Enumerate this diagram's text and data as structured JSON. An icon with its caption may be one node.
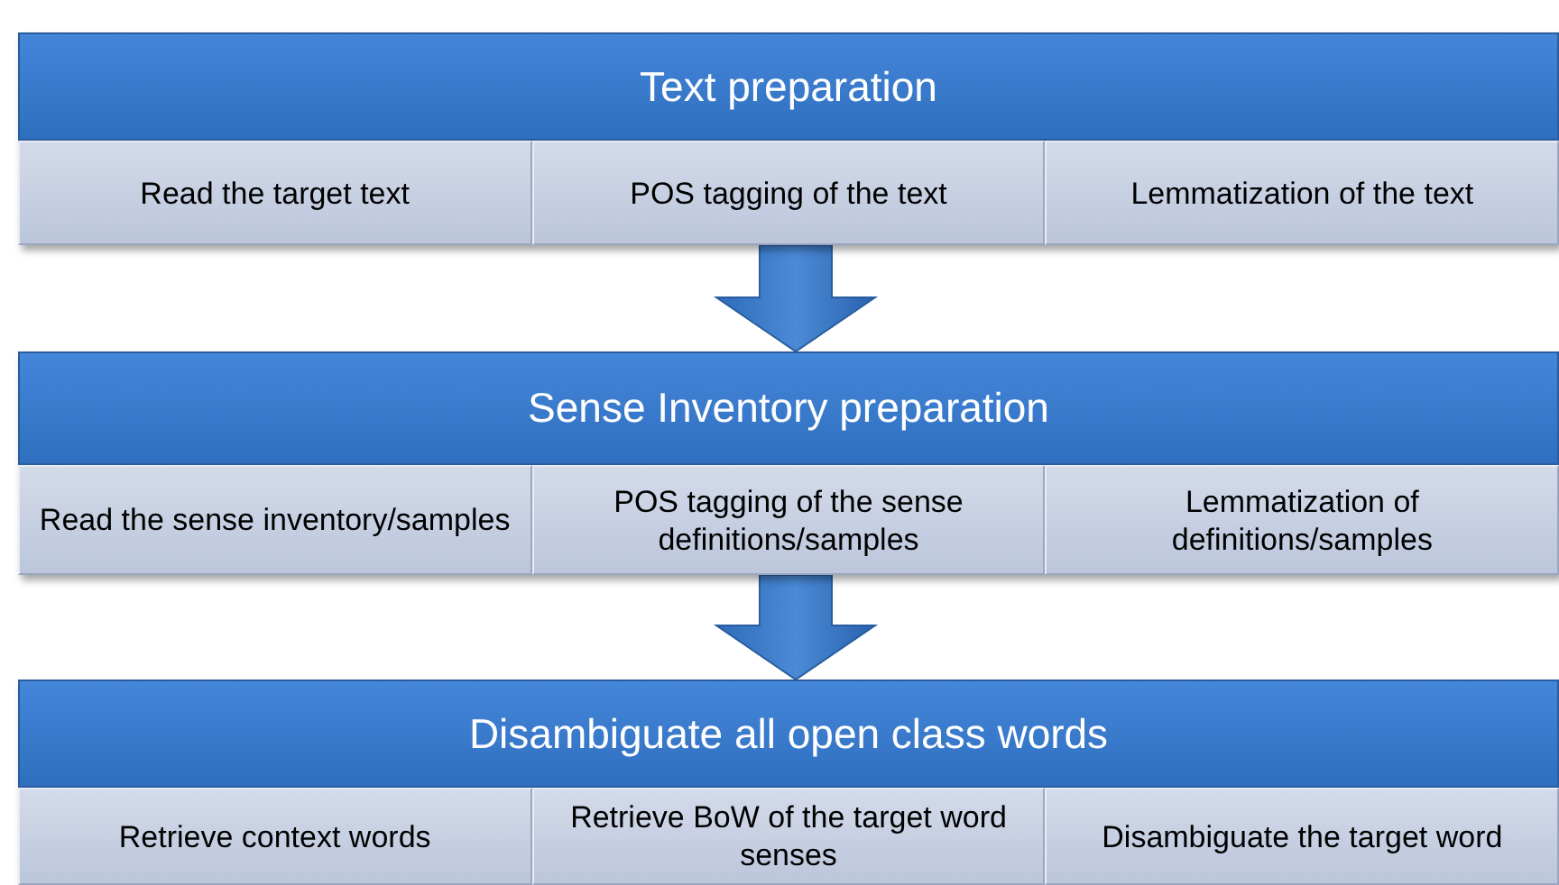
{
  "diagram": {
    "nodes": [
      {
        "text": [
          "Text preparation"
        ]
      },
      {
        "text": [
          "Read the target text"
        ],
        "in": 0
      },
      {
        "text": [
          "POS tagging of the text"
        ],
        "in": 0
      },
      {
        "text": [
          "Lemmatization of the text"
        ],
        "in": 0
      },
      {
        "text": [
          "Sense Inventory preparation"
        ]
      },
      {
        "text": [
          "Read the sense inventory/samples"
        ],
        "in": 4
      },
      {
        "text": [
          "POS tagging of the sense definitions/samples"
        ],
        "in": 4
      },
      {
        "text": [
          "Lemmatization of definitions/samples"
        ],
        "in": 4
      },
      {
        "text": [
          "Disambiguate all open class words"
        ]
      },
      {
        "text": [
          "Retrieve context words"
        ],
        "in": 8
      },
      {
        "text": [
          "Retrieve BoW of the target word senses"
        ],
        "in": 8
      },
      {
        "text": [
          "Disambiguate the target word"
        ],
        "in": 8
      }
    ],
    "edges": [
      {
        "from": 0,
        "to": 4,
        "arrow": "to"
      },
      {
        "from": 4,
        "to": 8,
        "arrow": "to"
      }
    ]
  }
}
